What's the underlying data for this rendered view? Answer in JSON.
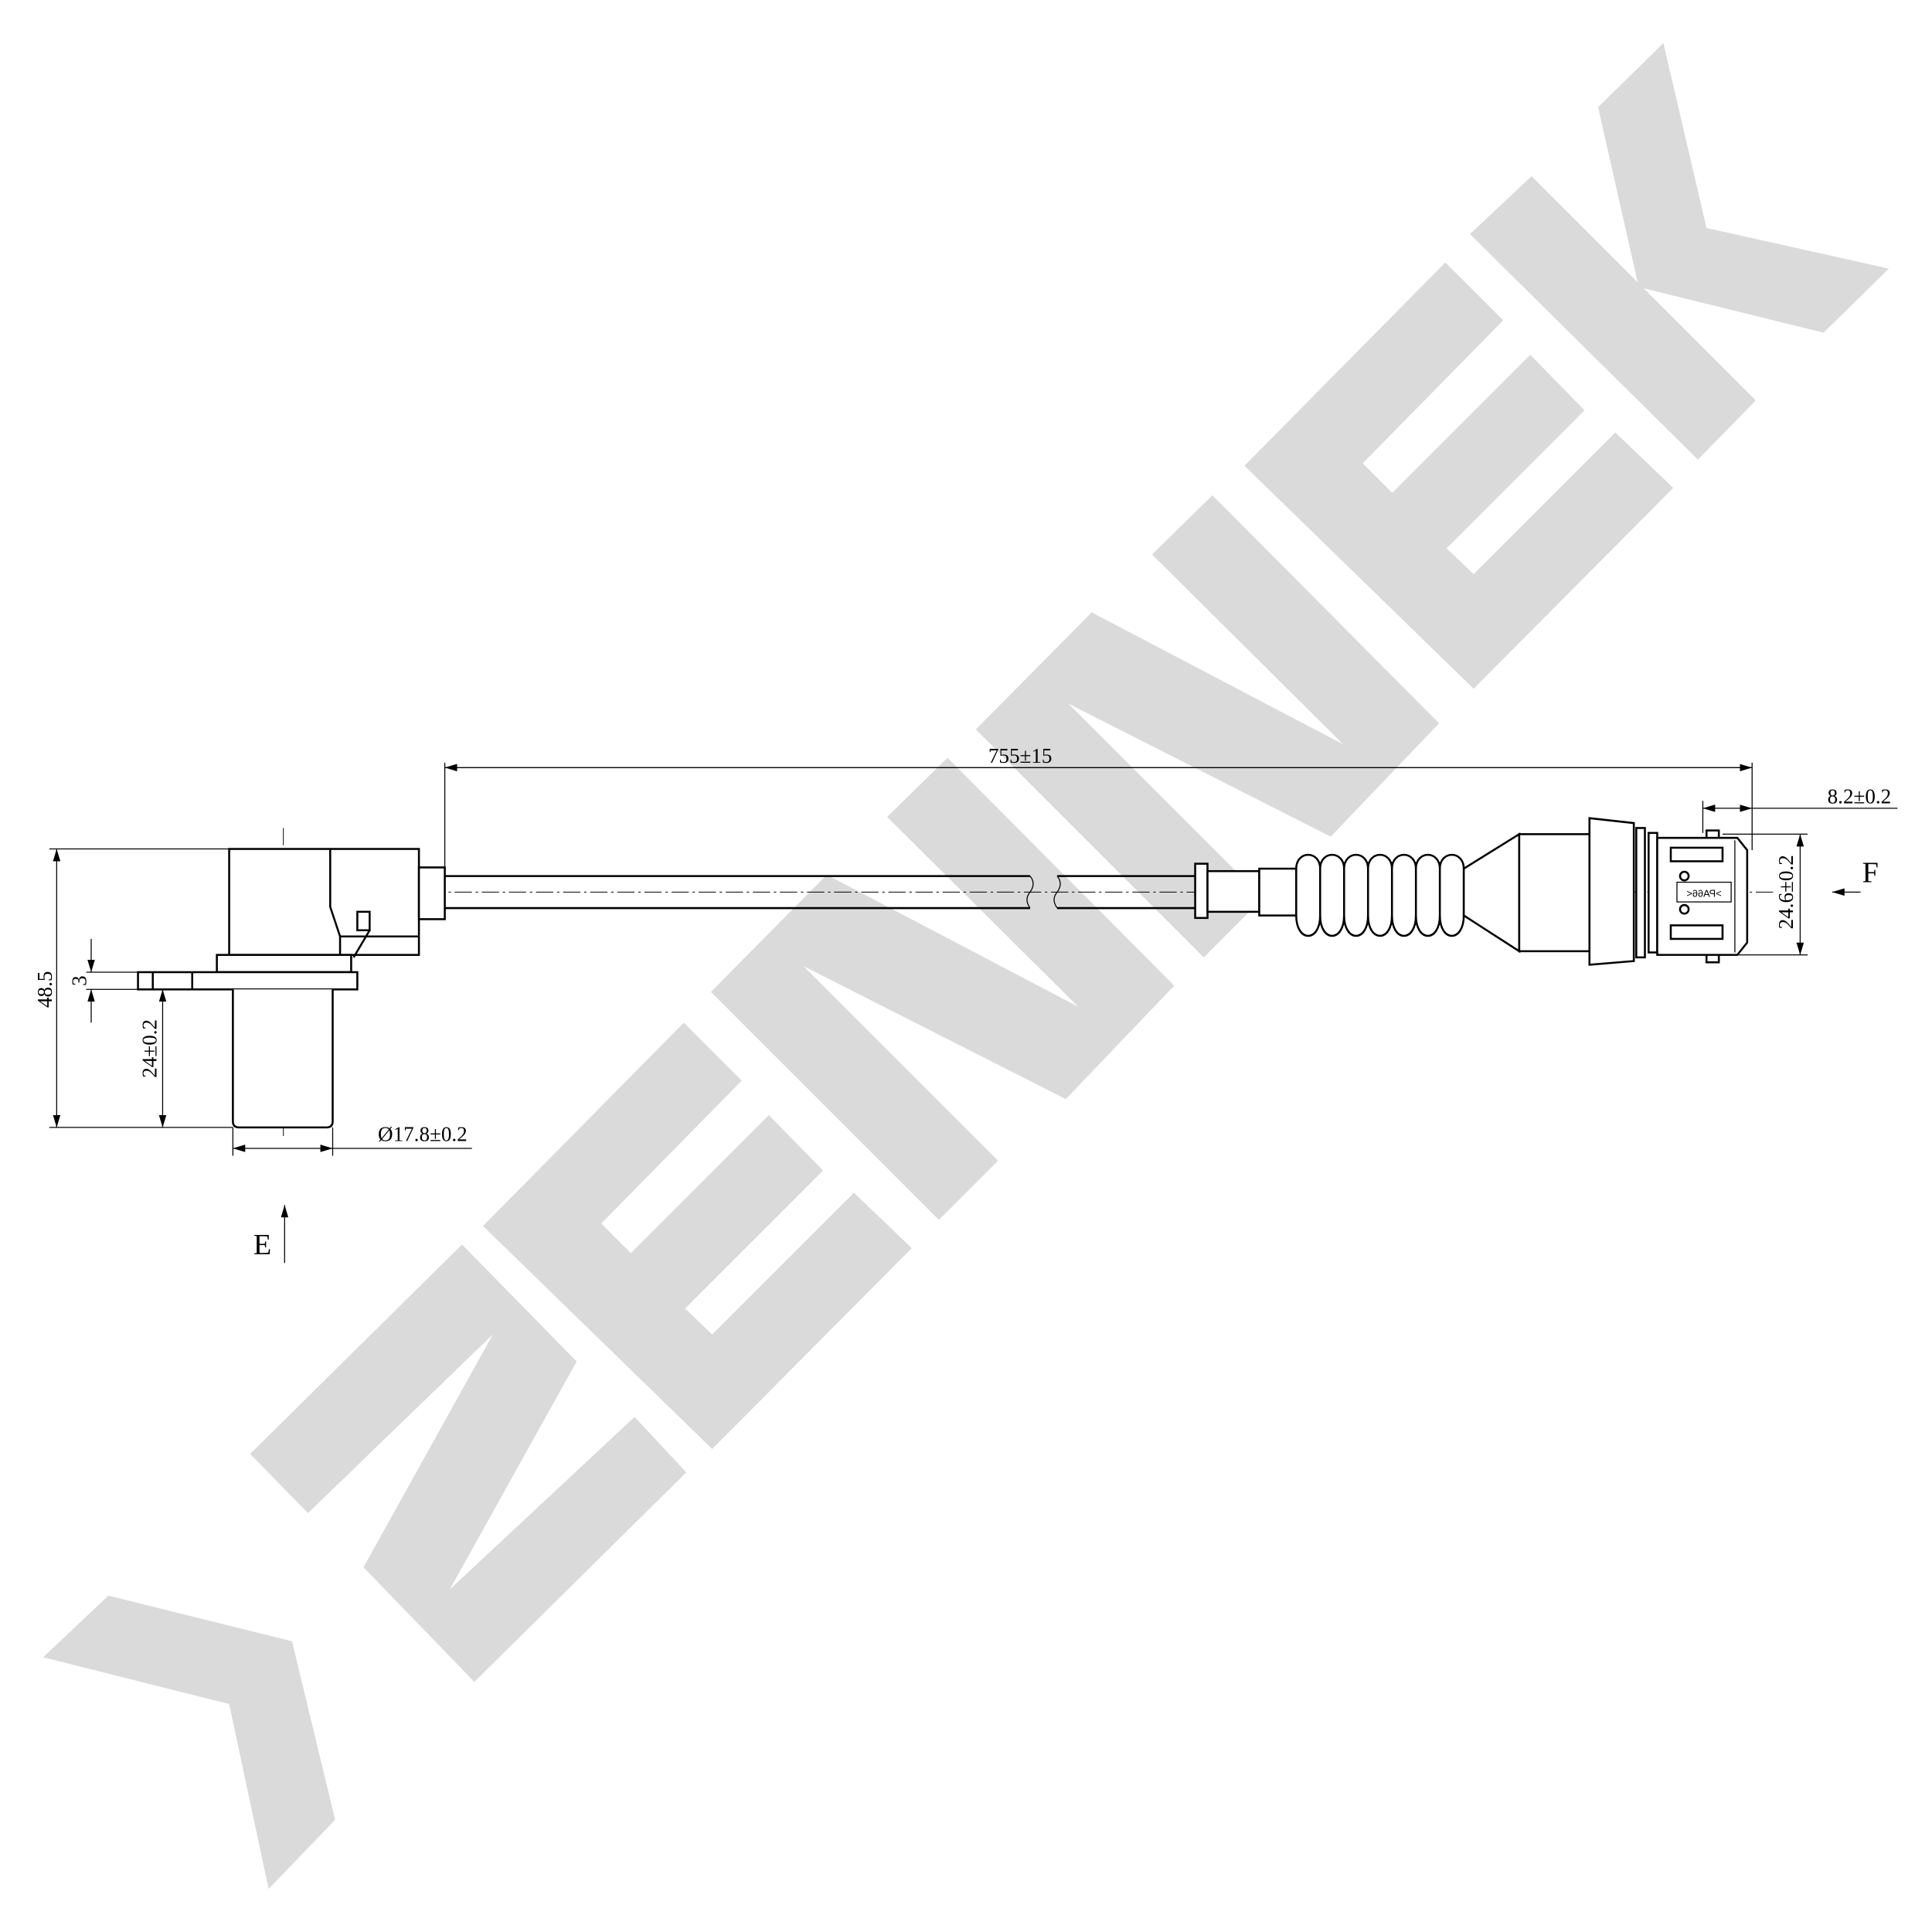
{
  "watermark": {
    "text": "ZENWEK",
    "color": "#dadada"
  },
  "dimensions": {
    "cable_length": "755±15",
    "connector_depth": "8.2±0.2",
    "connector_height": "24.6±0.2",
    "overall_height": "48.5",
    "flange_thickness": "3",
    "probe_length": "24±0.2",
    "probe_diameter": "Ø17.8±0.2"
  },
  "views": {
    "e": "E",
    "f": "F"
  },
  "connector_marking": ">PA66<"
}
